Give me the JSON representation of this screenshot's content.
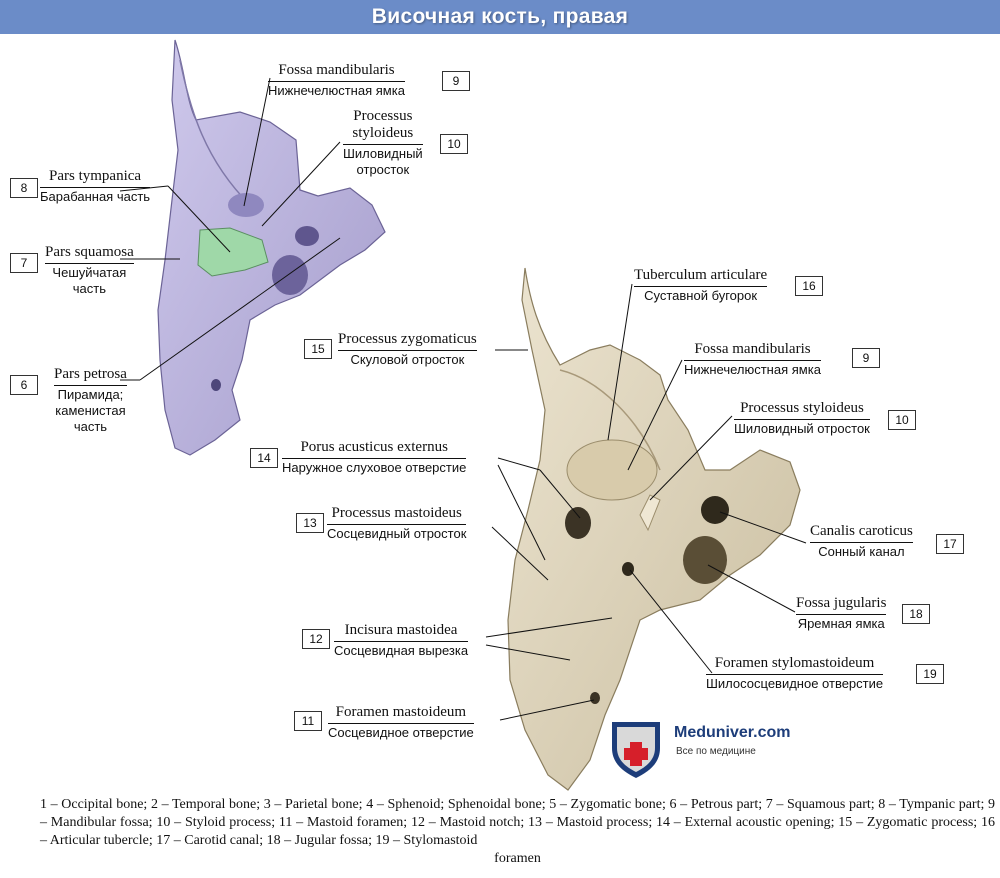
{
  "title": "Височная кость, правая",
  "labels_left": [
    {
      "num": "9",
      "latin": "Fossa mandibularis",
      "russian": "Нижнечелюстная ямка"
    },
    {
      "num": "10",
      "latin": "Processus",
      "latin2": "styloideus",
      "russian": "Шиловидный",
      "russian2": "отросток"
    },
    {
      "num": "8",
      "latin": "Pars tympanica",
      "russian": "Барабанная часть"
    },
    {
      "num": "7",
      "latin": "Pars squamosa",
      "russian": "Чешуйчатая",
      "russian2": "часть"
    },
    {
      "num": "6",
      "latin": "Pars petrosa",
      "russian": "Пирамида;",
      "russian2": "каменистая",
      "russian3": "часть"
    }
  ],
  "labels_right": [
    {
      "num": "16",
      "latin": "Tuberculum articulare",
      "russian": "Суставной бугорок"
    },
    {
      "num": "15",
      "latin": "Processus zygomaticus",
      "russian": "Скуловой отросток"
    },
    {
      "num": "9",
      "latin": "Fossa mandibularis",
      "russian": "Нижнечелюстная ямка"
    },
    {
      "num": "10",
      "latin": "Processus styloideus",
      "russian": "Шиловидный отросток"
    },
    {
      "num": "14",
      "latin": "Porus acusticus externus",
      "russian": "Наружное слуховое отверстие"
    },
    {
      "num": "13",
      "latin": "Processus mastoideus",
      "russian": "Сосцевидный отросток"
    },
    {
      "num": "17",
      "latin": "Canalis caroticus",
      "russian": "Сонный канал"
    },
    {
      "num": "18",
      "latin": "Fossa jugularis",
      "russian": "Яремная ямка"
    },
    {
      "num": "12",
      "latin": "Incisura mastoidea",
      "russian": "Сосцевидная вырезка"
    },
    {
      "num": "19",
      "latin": "Foramen stylomastoideum",
      "russian": "Шилососцевидное отверстие"
    },
    {
      "num": "11",
      "latin": "Foramen mastoideum",
      "russian": "Сосцевидное отверстие"
    }
  ],
  "caption": {
    "text": "1 – Occipital bone; 2 – Temporal bone; 3 – Parietal bone; 4 – Sphenoid; Sphenoidal bone; 5 – Zygomatic bone; 6 – Petrous part; 7 – Squamous part; 8 – Tympanic part; 9 – Mandibular fossa; 10 – Styloid process; 11 – Mastoid foramen; 12 – Mastoid notch; 13 – Mastoid process; 14 – External acoustic opening; 15 – Zygomatic process; 16 – Articular tubercle; 17 – Carotid canal; 18 – Jugular fossa; 19 – Stylomastoid",
    "end": "foramen"
  },
  "logo": {
    "name": "Meduniver.com",
    "tagline": "Все по медицине"
  },
  "colors": {
    "title_bar": "#6b8cc8",
    "left_bone": "#b9b2dc",
    "tympanic": "#9fd8a8",
    "right_bone": "#ddd3bd"
  }
}
